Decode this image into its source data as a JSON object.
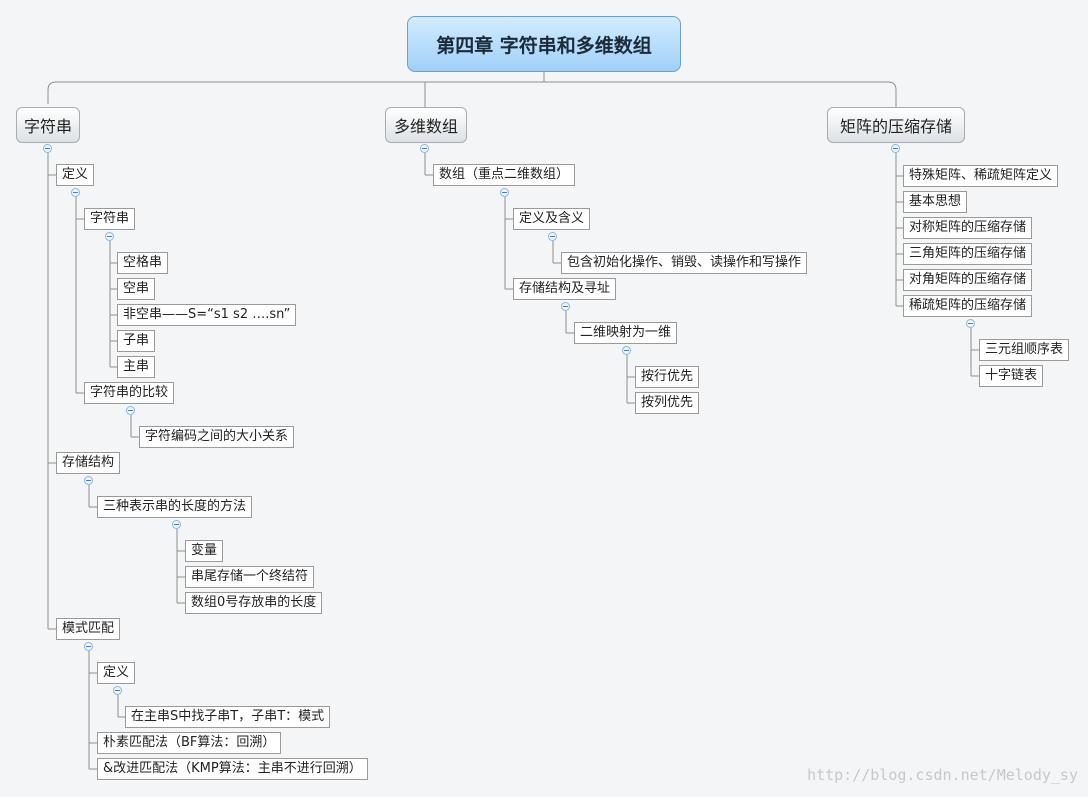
{
  "title": "第四章 字符串和多维数组",
  "branches": {
    "string": {
      "label": "字符串",
      "definition": {
        "label": "定义",
        "string_node": {
          "label": "字符串",
          "items": [
            "空格串",
            "空串",
            "非空串——S=“s1 s2 ….sn”",
            "子串",
            "主串"
          ]
        },
        "comparison": {
          "label": "字符串的比较",
          "items": [
            "字符编码之间的大小关系"
          ]
        }
      },
      "storage": {
        "label": "存储结构",
        "methods": {
          "label": "三种表示串的长度的方法",
          "items": [
            "变量",
            "串尾存储一个终结符",
            "数组0号存放串的长度"
          ]
        }
      },
      "pattern": {
        "label": "模式匹配",
        "definition": {
          "label": "定义",
          "items": [
            "在主串S中找子串T，子串T：模式"
          ]
        },
        "bf": "朴素匹配法（BF算法：回溯）",
        "kmp": "&改进匹配法（KMP算法：主串不进行回溯）"
      }
    },
    "array": {
      "label": "多维数组",
      "array_node": {
        "label": "数组（重点二维数组）",
        "definition": {
          "label": "定义及含义",
          "items": [
            "包含初始化操作、销毁、读操作和写操作"
          ]
        },
        "storage": {
          "label": "存储结构及寻址",
          "mapping": {
            "label": "二维映射为一维",
            "items": [
              "按行优先",
              "按列优先"
            ]
          }
        }
      }
    },
    "matrix": {
      "label": "矩阵的压缩存储",
      "items": [
        "特殊矩阵、稀疏矩阵定义",
        "基本思想",
        "对称矩阵的压缩存储",
        "三角矩阵的压缩存储",
        "对角矩阵的压缩存储",
        "稀疏矩阵的压缩存储"
      ],
      "sparse_items": [
        "三元组顺序表",
        "十字链表"
      ]
    }
  },
  "watermark": "http://blog.csdn.net/Melody_sy"
}
